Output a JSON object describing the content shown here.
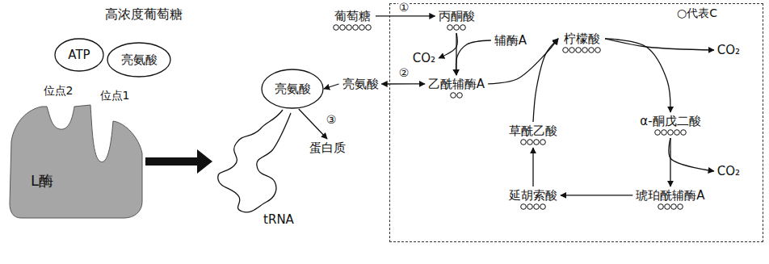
{
  "diagram": {
    "nodes": [
      {
        "text": [
          "ATP"
        ]
      },
      {
        "text": [
          "亮氨酸"
        ]
      },
      {
        "text": [
          "L酶"
        ]
      },
      {
        "text": [
          "亮氨酸"
        ]
      },
      {
        "text": [
          "蛋白质"
        ]
      },
      {
        "text": [
          "亮氨酸"
        ]
      },
      {
        "text": [
          "葡萄糖"
        ]
      },
      {
        "text": [
          "○代表C"
        ]
      },
      {
        "text": [
          "丙酮酸"
        ],
        "in": 7
      },
      {
        "text": [
          "辅酶A"
        ],
        "in": 7
      },
      {
        "text": [
          "CO₂"
        ],
        "in": 7
      },
      {
        "text": [
          "乙酰辅酶A"
        ],
        "in": 7
      },
      {
        "text": [
          "柠檬酸"
        ],
        "in": 7
      },
      {
        "text": [
          "CO₂"
        ],
        "in": 7
      },
      {
        "text": [
          "α-酮戊二酸"
        ],
        "in": 7
      },
      {
        "text": [
          "CO₂"
        ],
        "in": 7
      },
      {
        "text": [
          "琥珀酰辅酶A"
        ],
        "in": 7
      },
      {
        "text": [
          "延胡索酸"
        ],
        "in": 7
      },
      {
        "text": [
          "草酰乙酸"
        ],
        "in": 7
      }
    ],
    "edges": [
      {
        "from": 6,
        "to": 8,
        "arrow": "to",
        "label": "①"
      },
      {
        "from": 8,
        "to": 11,
        "arrow": "to"
      },
      {
        "from": 8,
        "to": 10,
        "arrow": "to"
      },
      {
        "from": 9,
        "to": 11,
        "arrow": "to"
      },
      {
        "from": 5,
        "to": 3,
        "arrow": "to"
      },
      {
        "from": 5,
        "to": 11,
        "arrow": "both",
        "label": "②"
      },
      {
        "from": 11,
        "to": 12,
        "arrow": "to"
      },
      {
        "from": 18,
        "to": 12,
        "arrow": "to"
      },
      {
        "from": 12,
        "to": 14,
        "arrow": "to"
      },
      {
        "from": 12,
        "to": 13,
        "arrow": "to"
      },
      {
        "from": 14,
        "to": 16,
        "arrow": "to"
      },
      {
        "from": 14,
        "to": 15,
        "arrow": "to"
      },
      {
        "from": 16,
        "to": 17,
        "arrow": "to"
      },
      {
        "from": 17,
        "to": 18,
        "arrow": "to"
      },
      {
        "from": 3,
        "to": 4,
        "arrow": "to",
        "label": "③"
      }
    ],
    "labels": [
      "高浓度葡萄糖",
      "位点2",
      "位点1",
      "tRNA"
    ]
  }
}
